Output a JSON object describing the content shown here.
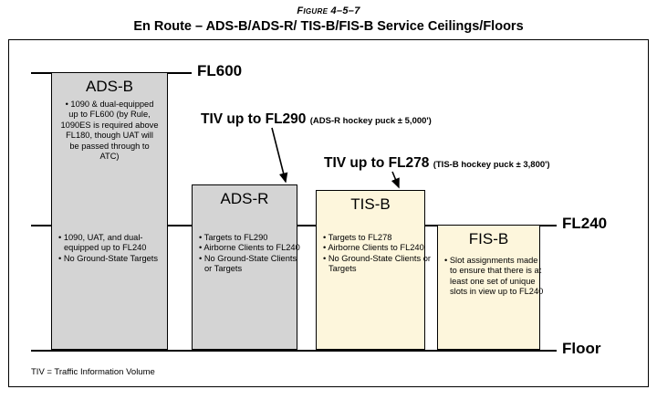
{
  "figure": {
    "caption": "Figure 4–5–7",
    "title": "En Route – ADS-B/ADS-R/ TIS-B/FIS-B Service Ceilings/Floors"
  },
  "levels": {
    "fl600": "FL600",
    "fl240": "FL240",
    "floor": "Floor"
  },
  "annotations": {
    "adsr": {
      "main": "TIV up to FL290",
      "sub": "(ADS-R hockey puck ± 5,000')"
    },
    "tisb": {
      "main": "TIV up to FL278",
      "sub": "(TIS-B hockey puck ± 3,800')"
    }
  },
  "columns": [
    {
      "name": "ADS-B",
      "title": "ADS-B",
      "fill": "#d4d4d4",
      "upper_text": "• 1090 & dual-equipped up to FL600 (by Rule, 1090ES is required above FL180, though UAT will be passed through to ATC)",
      "lower_bullets": [
        "• 1090, UAT, and dual-equipped up to FL240",
        "• No Ground-State Targets"
      ]
    },
    {
      "name": "ADS-R",
      "title": "ADS-R",
      "fill": "#d4d4d4",
      "upper_text": "",
      "lower_bullets": [
        "• Targets to FL290",
        "• Airborne Clients to FL240",
        "• No Ground-State Clients or Targets"
      ]
    },
    {
      "name": "TIS-B",
      "title": "TIS-B",
      "fill": "#fdf6dc",
      "upper_text": "",
      "lower_bullets": [
        "• Targets to FL278",
        "• Airborne Clients to FL240",
        "• No Ground-State Clients or Targets"
      ]
    },
    {
      "name": "FIS-B",
      "title": "FIS-B",
      "fill": "#fdf6dc",
      "upper_text": "",
      "lower_bullets": [
        "• Slot assignments made to ensure that there is at least one set of unique slots in view up to FL240"
      ]
    }
  ],
  "footnote": "TIV = Traffic Information Volume"
}
